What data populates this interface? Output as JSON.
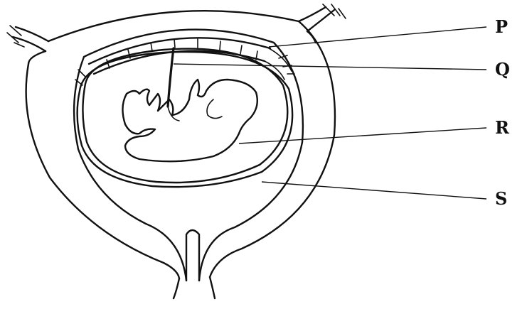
{
  "labels": {
    "p": "P",
    "q": "Q",
    "r": "R",
    "s": "S"
  },
  "colors": {
    "ink": "#111111",
    "background": "#ffffff"
  }
}
